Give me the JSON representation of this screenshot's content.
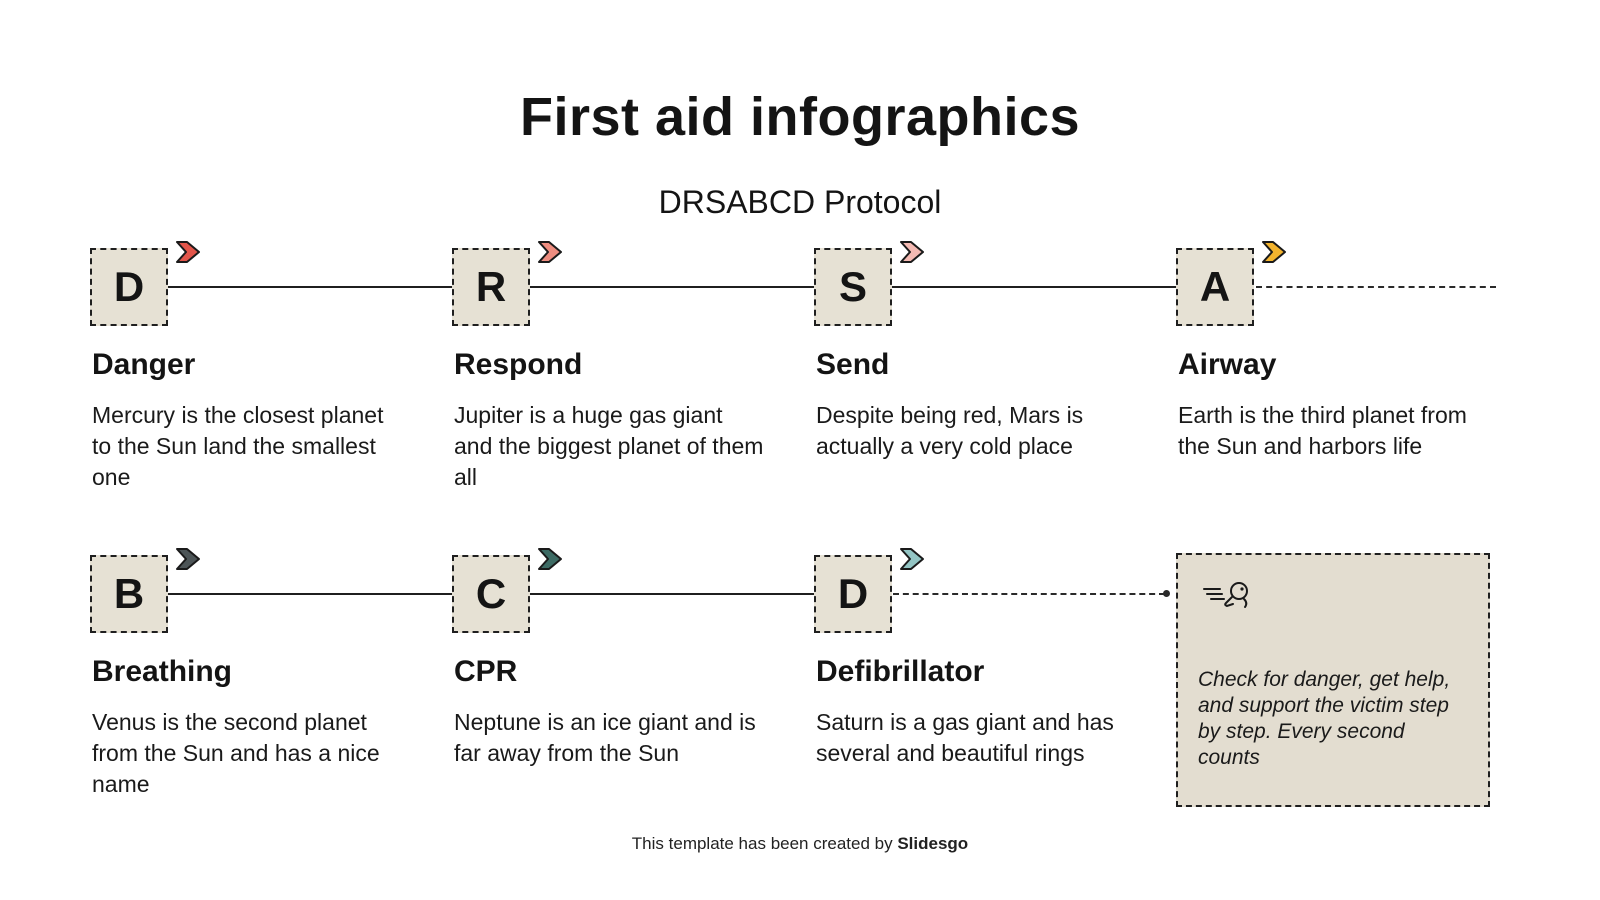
{
  "title": "First aid infographics",
  "subtitle": "DRSABCD Protocol",
  "steps": [
    {
      "letter": "D",
      "color": "#e2554a",
      "title": "Danger",
      "description": "Mercury is the closest planet to the Sun land the smallest one"
    },
    {
      "letter": "R",
      "color": "#ee8d80",
      "title": "Respond",
      "description": "Jupiter is a huge gas giant and the biggest planet of them all"
    },
    {
      "letter": "S",
      "color": "#f4bab3",
      "title": "Send",
      "description": "Despite being red, Mars is actually a very cold place"
    },
    {
      "letter": "A",
      "color": "#f2b32e",
      "title": "Airway",
      "description": "Earth is the third planet from the Sun and harbors life"
    },
    {
      "letter": "B",
      "color": "#4d5557",
      "title": "Breathing",
      "description": "Venus is the second planet from the Sun and has a nice name"
    },
    {
      "letter": "C",
      "color": "#3d6b64",
      "title": "CPR",
      "description": "Neptune is an ice giant and is far away from the Sun"
    },
    {
      "letter": "D",
      "color": "#93c5c4",
      "title": "Defibrillator",
      "description": "Saturn is a gas giant and has several and beautiful rings"
    }
  ],
  "note": {
    "text": "Check for danger, get help, and support the victim step by step. Every second counts"
  },
  "footer": {
    "prefix": "This template has been created by ",
    "brand": "Slidesgo"
  },
  "colors": {
    "box_fill": "#e6e1d4",
    "note_fill": "#e3ddd0",
    "line": "#1f1f1f"
  }
}
